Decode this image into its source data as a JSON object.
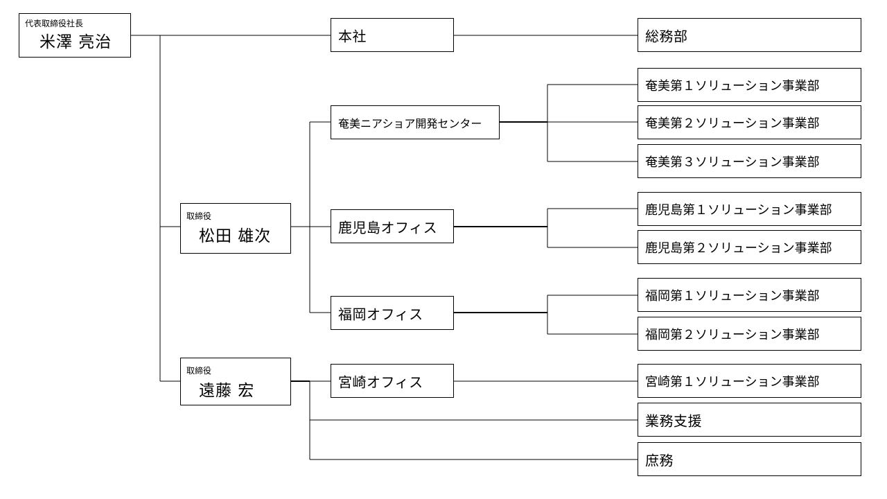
{
  "colors": {
    "line": "#000000",
    "box_border": "#000000",
    "background": "#ffffff"
  },
  "people": {
    "ceo": {
      "role": "代表取締役社長",
      "name": "米澤 亮治"
    },
    "director_matsuda": {
      "role": "取締役",
      "name": "松田 雄次"
    },
    "director_endo": {
      "role": "取締役",
      "name": "遠藤 宏"
    }
  },
  "offices": {
    "honsha": "本社",
    "amami_nearshore": "奄美ニアショア開発センター",
    "kagoshima": "鹿児島オフィス",
    "fukuoka": "福岡オフィス",
    "miyazaki": "宮崎オフィス"
  },
  "departments": {
    "soumu": "総務部",
    "amami_1": "奄美第１ソリューション事業部",
    "amami_2": "奄美第２ソリューション事業部",
    "amami_3": "奄美第３ソリューション事業部",
    "kagoshima_1": "鹿児島第１ソリューション事業部",
    "kagoshima_2": "鹿児島第２ソリューション事業部",
    "fukuoka_1": "福岡第１ソリューション事業部",
    "fukuoka_2": "福岡第２ソリューション事業部",
    "miyazaki_1": "宮崎第１ソリューション事業部",
    "gyoumu_shien": "業務支援",
    "shomu": "庶務"
  }
}
